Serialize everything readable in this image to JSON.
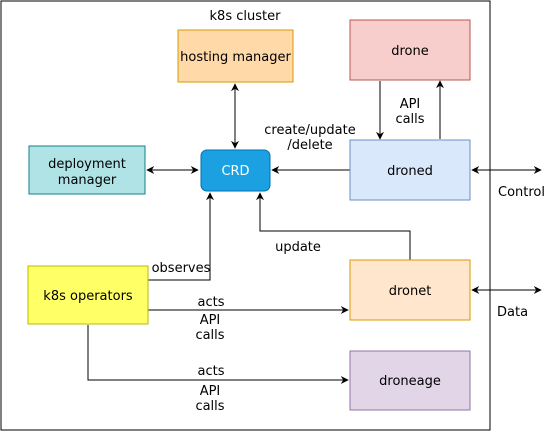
{
  "cluster": {
    "title": "k8s cluster"
  },
  "nodes": {
    "hosting_manager": {
      "label": "hosting manager",
      "fill": "#ffd9a8",
      "stroke": "#d79b00"
    },
    "drone": {
      "label": "drone",
      "fill": "#f8cecc",
      "stroke": "#b85450"
    },
    "deployment_manager": {
      "line1": "deployment",
      "line2": "manager",
      "fill": "#b0e3e6",
      "stroke": "#0e8088"
    },
    "crd": {
      "label": "CRD",
      "fill": "#1ba1e2",
      "stroke": "#006eaf"
    },
    "droned": {
      "label": "droned",
      "fill": "#dae8fc",
      "stroke": "#6c8ebf"
    },
    "k8s_operators": {
      "label": "k8s operators",
      "fill": "#ffff66",
      "stroke": "#b8b800"
    },
    "dronet": {
      "label": "dronet",
      "fill": "#ffe6cc",
      "stroke": "#d79b00"
    },
    "droneage": {
      "label": "droneage",
      "fill": "#e1d5e7",
      "stroke": "#9673a6"
    }
  },
  "edge_labels": {
    "api_calls_top": {
      "line1": "API",
      "line2": "calls"
    },
    "create_update": {
      "line1": "create/update",
      "line2": "/delete"
    },
    "update": "update",
    "observes": "observes",
    "acts_dronet": "acts",
    "api_calls_dronet": {
      "line1": "API",
      "line2": "calls"
    },
    "acts_droneage": "acts",
    "api_calls_droneage": {
      "line1": "API",
      "line2": "calls"
    }
  },
  "external": {
    "control": "Control",
    "data": "Data"
  }
}
